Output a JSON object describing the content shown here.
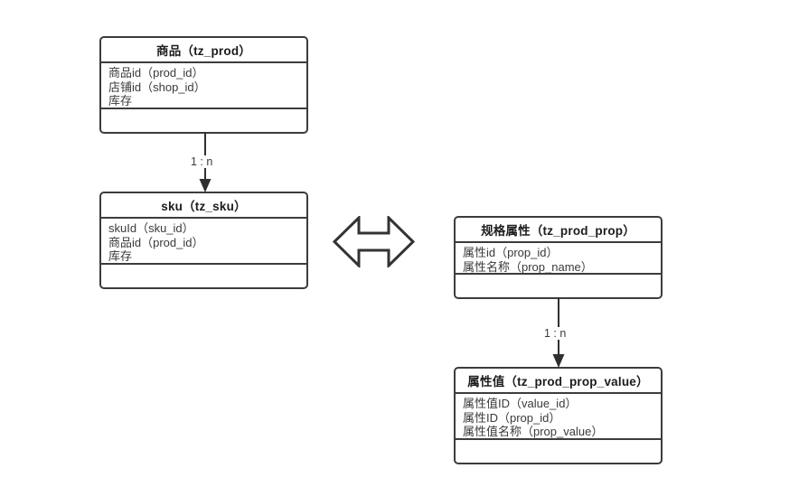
{
  "diagram": {
    "type": "er-class-diagram",
    "entities": [
      {
        "id": "prod",
        "title": "商品（tz_prod）",
        "fields": [
          "商品id（prod_id）",
          "店铺id（shop_id）",
          "库存"
        ],
        "methods": []
      },
      {
        "id": "sku",
        "title": "sku（tz_sku）",
        "fields": [
          "skuId（sku_id）",
          "商品id（prod_id）",
          "库存"
        ],
        "methods": []
      },
      {
        "id": "prop",
        "title": "规格属性（tz_prod_prop）",
        "fields": [
          "属性id（prop_id）",
          "属性名称（prop_name）"
        ],
        "methods": []
      },
      {
        "id": "propvalue",
        "title": "属性值（tz_prod_prop_value）",
        "fields": [
          "属性值ID（value_id）",
          "属性ID（prop_id）",
          "属性值名称（prop_value）"
        ],
        "methods": []
      }
    ],
    "connectors": [
      {
        "id": "prod-to-sku",
        "from": "prod",
        "to": "sku",
        "label": "1 : n",
        "arrow": "filled-triangle-down"
      },
      {
        "id": "prop-to-propvalue",
        "from": "prop",
        "to": "propvalue",
        "label": "1 : n",
        "arrow": "filled-triangle-down"
      }
    ],
    "symbols": [
      {
        "id": "bidirectional-arrow",
        "shape": "double-headed-block-arrow",
        "direction": "left-right"
      }
    ],
    "colors": {
      "background": "#ffffff",
      "border": "#3c3c3c",
      "title_text": "#1c1c1c",
      "field_text": "#3a3a3a",
      "connector": "#2f2f2f",
      "arrow_stroke": "#333333"
    }
  }
}
